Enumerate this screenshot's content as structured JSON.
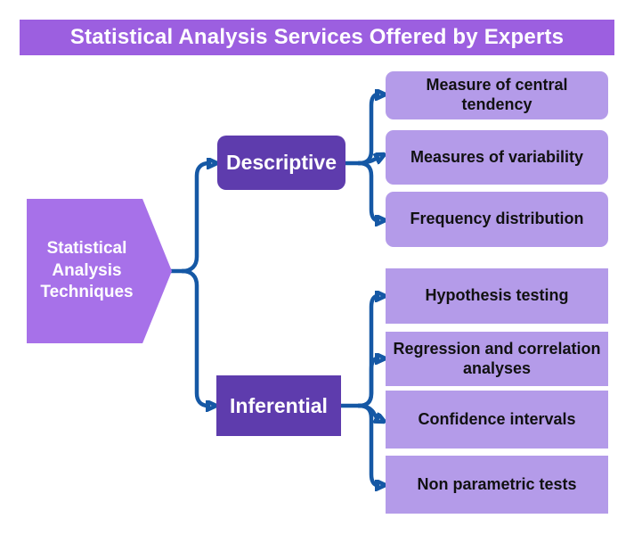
{
  "title": "Statistical Analysis Services Offered by Experts",
  "root": {
    "label": "Statistical Analysis Techniques"
  },
  "branches": [
    {
      "label": "Descriptive",
      "children": [
        {
          "label": "Measure of central tendency"
        },
        {
          "label": "Measures of variability"
        },
        {
          "label": "Frequency distribution"
        }
      ]
    },
    {
      "label": "Inferential",
      "children": [
        {
          "label": "Hypothesis testing"
        },
        {
          "label": "Regression and correlation analyses"
        },
        {
          "label": "Confidence intervals"
        },
        {
          "label": "Non parametric tests"
        }
      ]
    }
  ],
  "colors": {
    "title_bar": "#9C5FE0",
    "root_node": "#A771E9",
    "branch_node": "#5E3CAD",
    "leaf_node": "#B49BE9",
    "connector": "#1558A5",
    "title_text": "#FFFFFF",
    "leaf_text": "#111111"
  }
}
